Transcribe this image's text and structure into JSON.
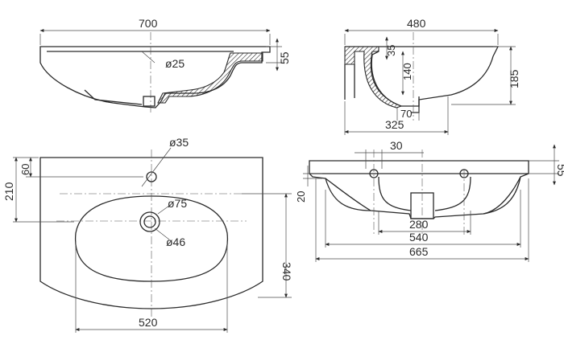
{
  "views": {
    "side_section": {
      "dims": {
        "width": "700",
        "height": "55",
        "hole": "ø25"
      }
    },
    "end_section": {
      "dims": {
        "width": "480",
        "depth": "185",
        "v35": "35",
        "v140": "140",
        "v70": "70",
        "v325": "325"
      }
    },
    "top": {
      "dims": {
        "hole_top": "ø35",
        "drain_outer": "ø75",
        "drain_inner": "ø46",
        "v60": "60",
        "v210": "210",
        "v340": "340",
        "v520": "520"
      }
    },
    "front": {
      "dims": {
        "v30": "30",
        "v55": "55",
        "v20": "20",
        "v280": "280",
        "v540": "540",
        "v665": "665"
      }
    }
  },
  "colors": {
    "line": "#2a2a2a",
    "background": "#ffffff"
  }
}
